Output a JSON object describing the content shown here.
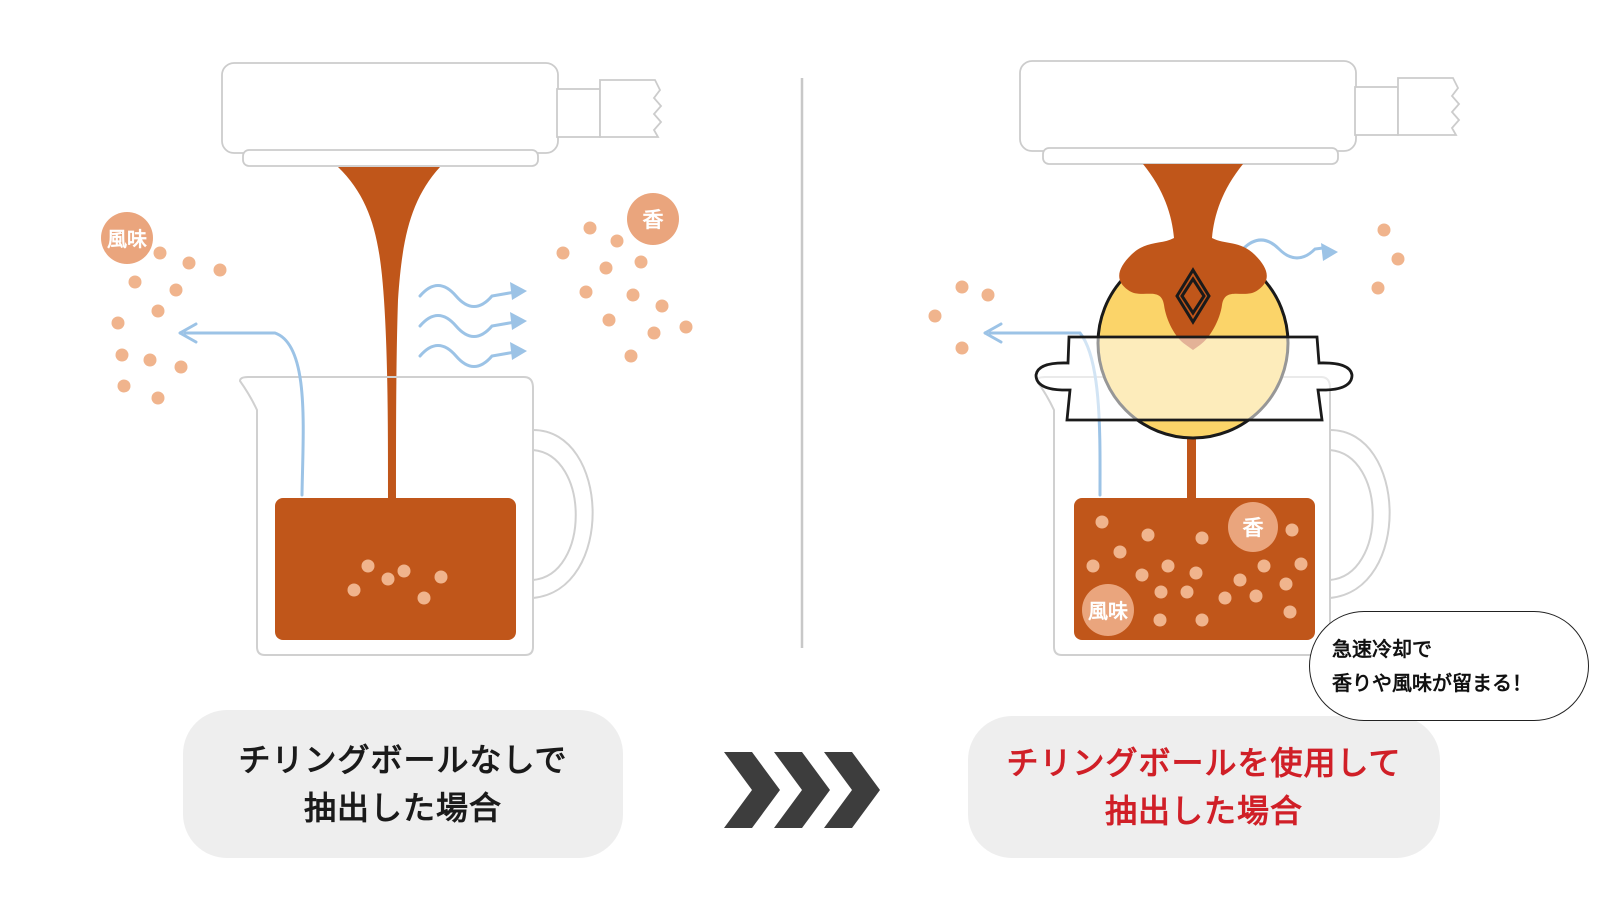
{
  "badges": {
    "left_flavor": "風味",
    "left_aroma": "香",
    "right_aroma": "香",
    "right_flavor": "風味"
  },
  "captions": {
    "left": {
      "line1": "チリングボールなしで",
      "line2": "抽出した場合"
    },
    "right": {
      "line1": "チリングボールを使用して",
      "line2": "抽出した場合"
    }
  },
  "bubble": {
    "line1": "急速冷却で",
    "line2": "香りや風味が留まる！"
  },
  "colors": {
    "coffee": "#c0561a",
    "particle": "#f0b48d",
    "badge": "#eaa57d",
    "airflow": "#9cc3e6",
    "ball": "#fbd469",
    "caption_bg": "#eeeeee",
    "highlight_text": "#d01f27",
    "arrow": "#3d3d3d"
  },
  "icons": {
    "arrow": "triple-chevron-right-icon",
    "chilling_ball_mark": "double-diamond-icon"
  }
}
